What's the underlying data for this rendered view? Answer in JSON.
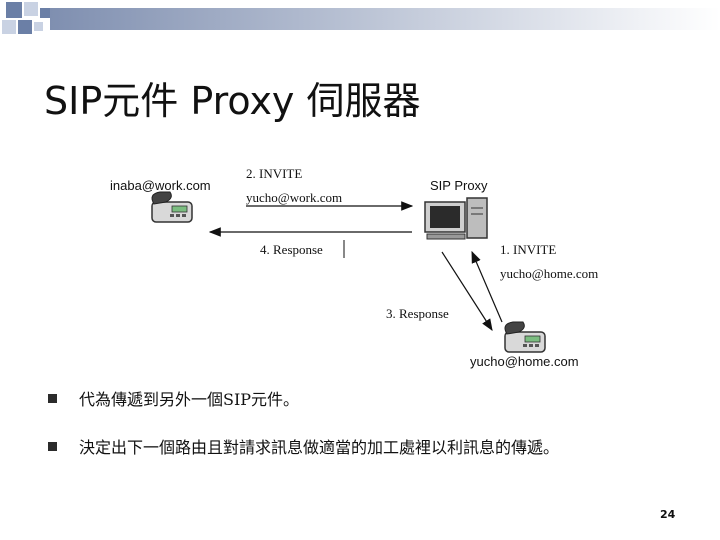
{
  "slide": {
    "title": "SIP元件 Proxy 伺服器",
    "page_number": "24"
  },
  "diagram": {
    "phone_top_label": "inaba@work.com",
    "proxy_label": "SIP Proxy",
    "phone_bottom_label": "yucho@home.com",
    "msg_invite_top_title": "2.   INVITE",
    "msg_invite_top_addr": "yucho@work.com",
    "msg_response_top": "4. Response",
    "msg_invite_right_title": "1.    INVITE",
    "msg_invite_right_addr": "yucho@home.com",
    "msg_response_bottom": "3. Response"
  },
  "bullets": [
    "代為傳遞到另外一個SIP元件。",
    "決定出下一個路由且對請求訊息做適當的加工處裡以利訊息的傳遞。"
  ],
  "colors": {
    "square_dark": "#6b7fa6",
    "square_light": "#c9d2e3",
    "bar_start": "#7f8fb0",
    "bar_end": "#ffffff",
    "phone_green": "#7bbd80"
  }
}
